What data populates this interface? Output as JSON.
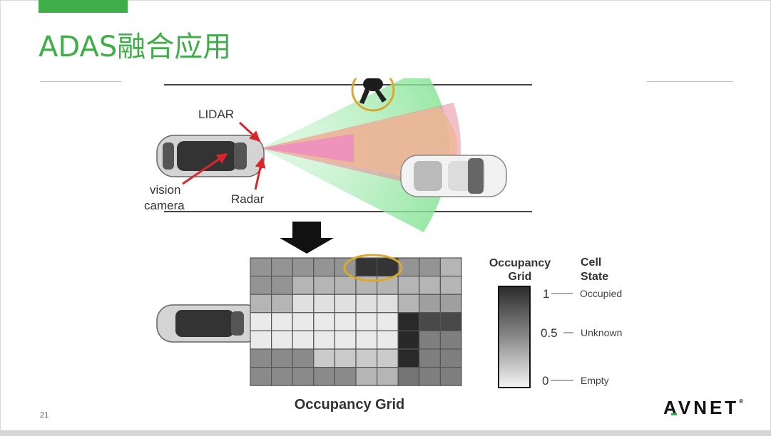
{
  "slide": {
    "title": "ADAS融合应用",
    "page_number": "21",
    "logo_text": "AVNET",
    "logo_mark": "®",
    "accent_color": "#3fae49"
  },
  "sensor_scene": {
    "labels": {
      "lidar": "LIDAR",
      "vision_1": "vision",
      "vision_2": "camera",
      "radar": "Radar"
    },
    "cone_colors": {
      "camera": "#7ee28f",
      "radar": "#e88aa0",
      "lidar": "#f3f08a"
    }
  },
  "occupancy": {
    "grid_caption": "Occupancy Grid",
    "legend_title_1": "Occupancy",
    "legend_title_2": "Grid",
    "cell_state_1": "Cell",
    "cell_state_2": "State",
    "tick_1": "1",
    "tick_05": "0.5",
    "tick_0": "0",
    "state_occupied": "Occupied",
    "state_unknown": "Unknown",
    "state_empty": "Empty",
    "cells": [
      [
        0.45,
        0.45,
        0.45,
        0.45,
        0.45,
        0.9,
        0.9,
        0.45,
        0.45,
        0.3
      ],
      [
        0.45,
        0.45,
        0.3,
        0.3,
        0.3,
        0.3,
        0.3,
        0.3,
        0.3,
        0.3
      ],
      [
        0.3,
        0.3,
        0.1,
        0.1,
        0.1,
        0.1,
        0.1,
        0.3,
        0.4,
        0.4
      ],
      [
        0.05,
        0.05,
        0.05,
        0.05,
        0.05,
        0.05,
        0.05,
        0.95,
        0.8,
        0.8
      ],
      [
        0.05,
        0.05,
        0.05,
        0.05,
        0.05,
        0.05,
        0.05,
        0.95,
        0.55,
        0.55
      ],
      [
        0.5,
        0.5,
        0.5,
        0.2,
        0.2,
        0.2,
        0.2,
        0.95,
        0.55,
        0.55
      ],
      [
        0.5,
        0.5,
        0.5,
        0.5,
        0.5,
        0.3,
        0.3,
        0.6,
        0.55,
        0.55
      ]
    ]
  }
}
